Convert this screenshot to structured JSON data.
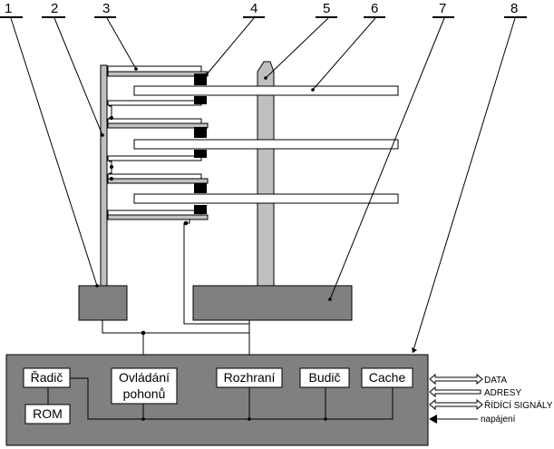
{
  "callouts": [
    "1",
    "2",
    "3",
    "4",
    "5",
    "6",
    "7",
    "8"
  ],
  "controller": {
    "radic": "Řadič",
    "rom": "ROM",
    "ovladani_line1": "Ovládání",
    "ovladani_line2": "pohonů",
    "rozhrani": "Rozhraní",
    "budic": "Budič",
    "cache": "Cache"
  },
  "signals": {
    "data": "DATA",
    "adresy": "ADRESY",
    "ridici": "ŘÍDÍCÍ SIGNÁLY",
    "napajeni": "napájení"
  },
  "colors": {
    "controller_fill": "#808080",
    "module_fill": "#ffffff",
    "spindle_fill": "#c0c0c0",
    "head_fill": "#000000"
  }
}
